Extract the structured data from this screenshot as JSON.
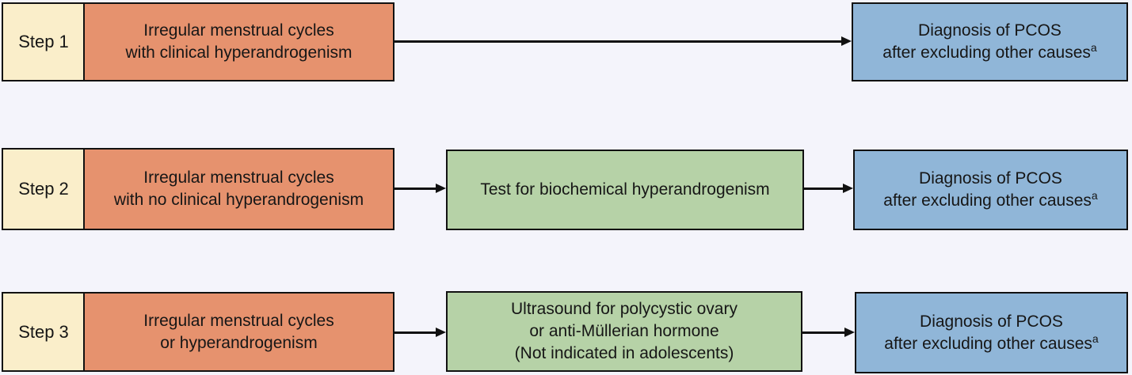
{
  "colors": {
    "background": "#f4f4fb",
    "step_box": "#faeeca",
    "condition_box": "#e6926e",
    "test_box": "#b6d2a7",
    "diagnosis_box": "#90b6d8",
    "border": "#111111",
    "arrow": "#111111",
    "text": "#161616"
  },
  "rows": [
    {
      "step": "Step 1",
      "condition_lines": [
        "Irregular menstrual cycles",
        "with clinical hyperandrogenism"
      ],
      "test_lines": [],
      "diagnosis_lines": [
        "Diagnosis of PCOS",
        "after excluding other causes"
      ],
      "diagnosis_sup": "a"
    },
    {
      "step": "Step 2",
      "condition_lines": [
        "Irregular menstrual cycles",
        "with no clinical hyperandrogenism"
      ],
      "test_lines": [
        "Test for biochemical hyperandrogenism"
      ],
      "diagnosis_lines": [
        "Diagnosis of PCOS",
        "after excluding other causes"
      ],
      "diagnosis_sup": "a"
    },
    {
      "step": "Step 3",
      "condition_lines": [
        "Irregular menstrual cycles",
        "or hyperandrogenism"
      ],
      "test_lines": [
        "Ultrasound for polycystic ovary",
        "or anti-Müllerian hormone",
        "(Not indicated in adolescents)"
      ],
      "diagnosis_lines": [
        "Diagnosis of PCOS",
        "after excluding other causes"
      ],
      "diagnosis_sup": "a"
    }
  ]
}
